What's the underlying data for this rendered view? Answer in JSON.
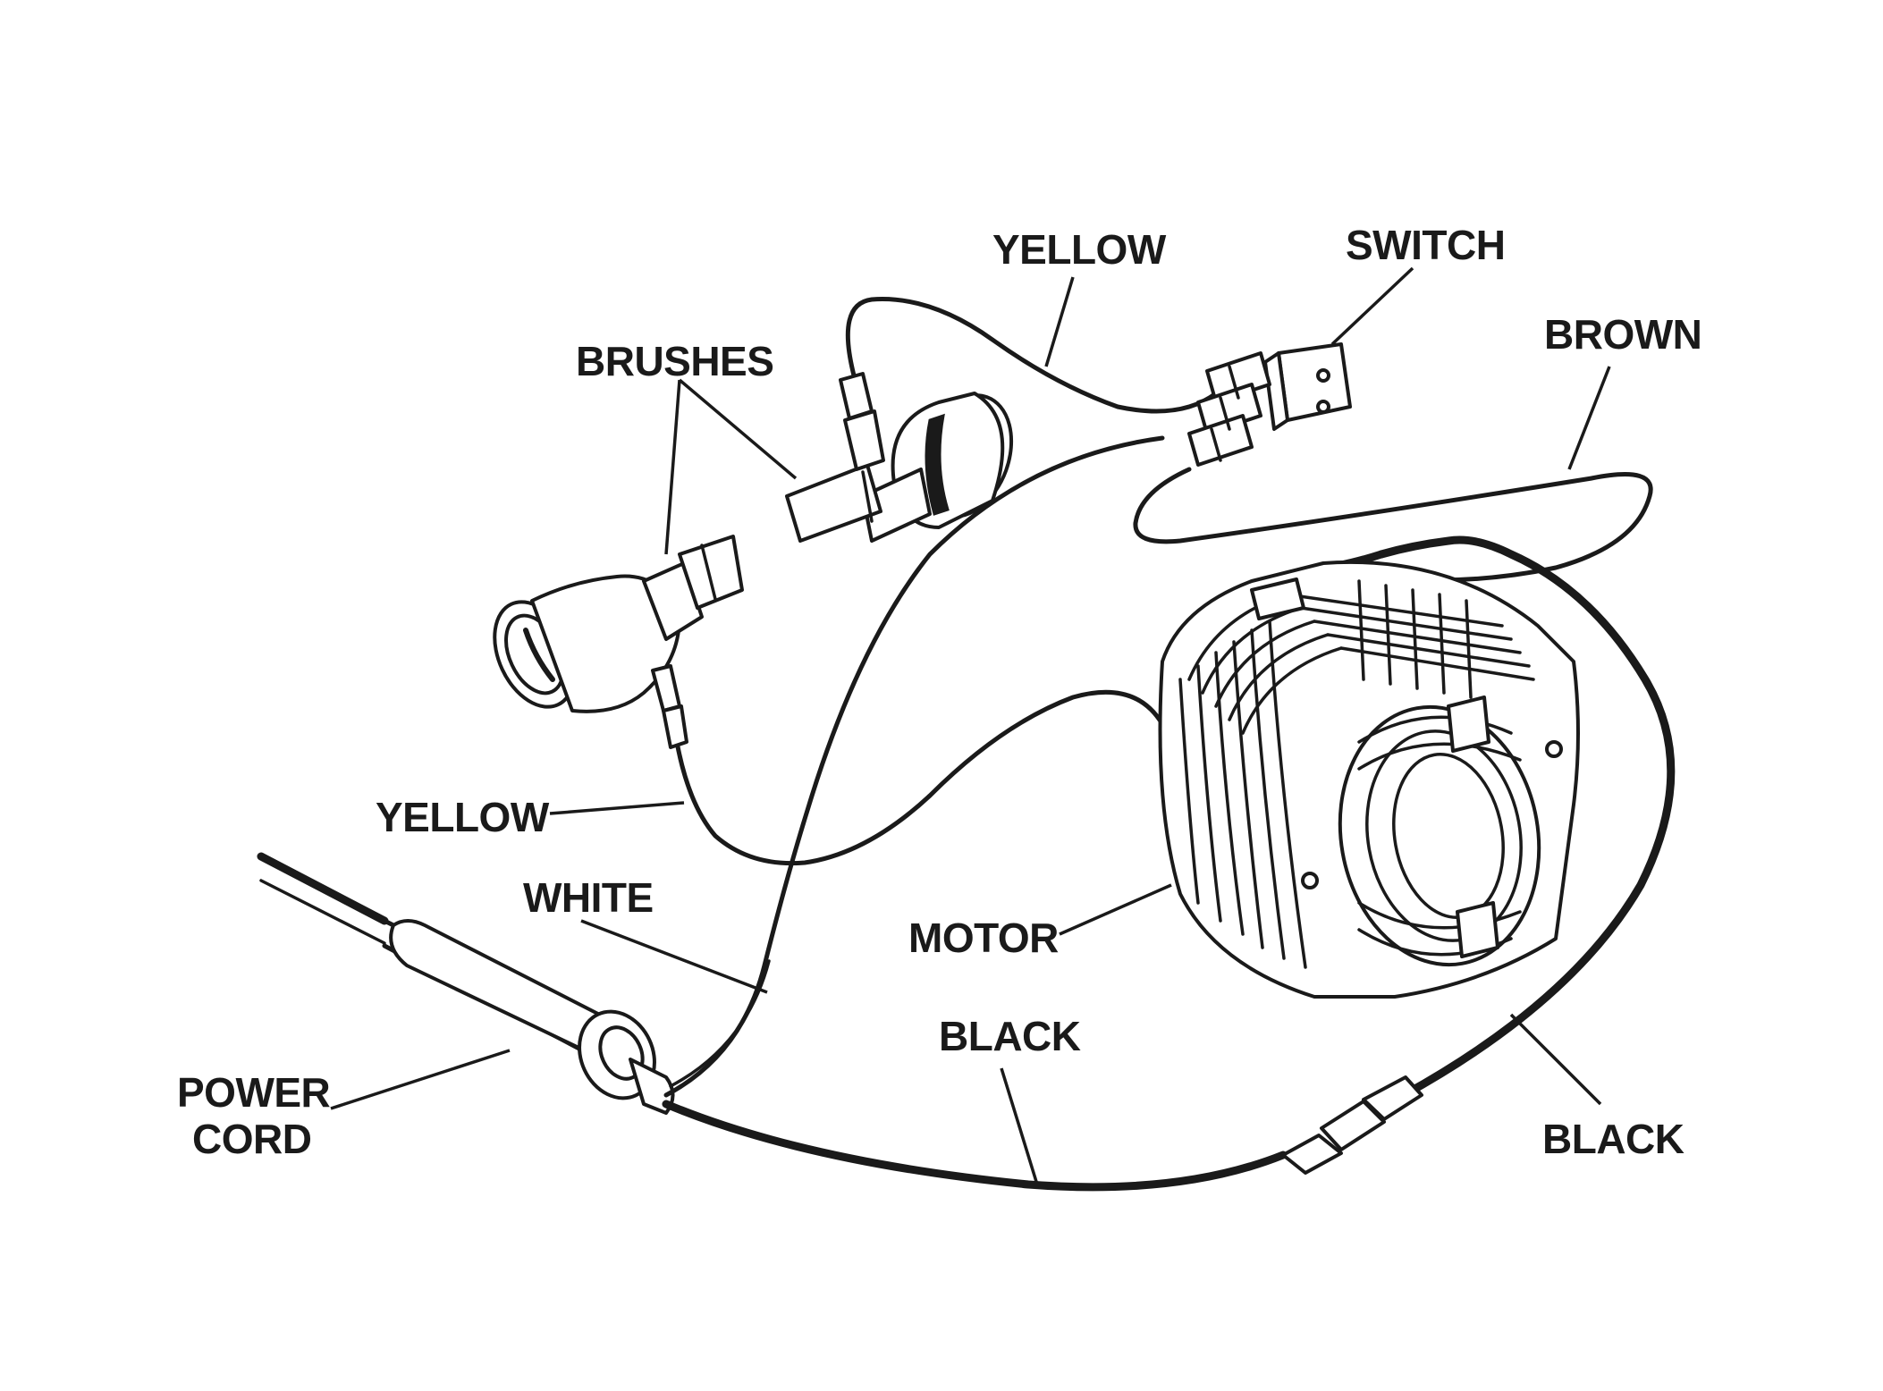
{
  "labels": {
    "yellow_top": "YELLOW",
    "switch": "SWITCH",
    "brown": "BROWN",
    "brushes": "BRUSHES",
    "yellow_left": "YELLOW",
    "white": "WHITE",
    "motor": "MOTOR",
    "black_mid": "BLACK",
    "black_right": "BLACK",
    "power_cord_line1": "POWER",
    "power_cord_line2": "CORD"
  },
  "colors": {
    "ink": "#1a1a1a",
    "background": "#ffffff"
  }
}
